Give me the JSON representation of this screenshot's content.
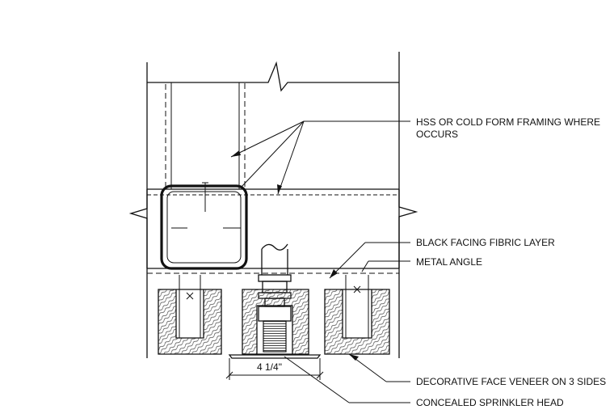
{
  "labels": {
    "hss_line1": "HSS OR COLD FORM FRAMING WHERE",
    "hss_line2": "OCCURS",
    "fabric": "BLACK FACING FIBRIC LAYER",
    "angle": "METAL ANGLE",
    "veneer": "DECORATIVE FACE VENEER ON 3 SIDES",
    "sprinkler": "CONCEALED SPRINKLER HEAD"
  },
  "dimension": {
    "text": "4 1/4\""
  }
}
